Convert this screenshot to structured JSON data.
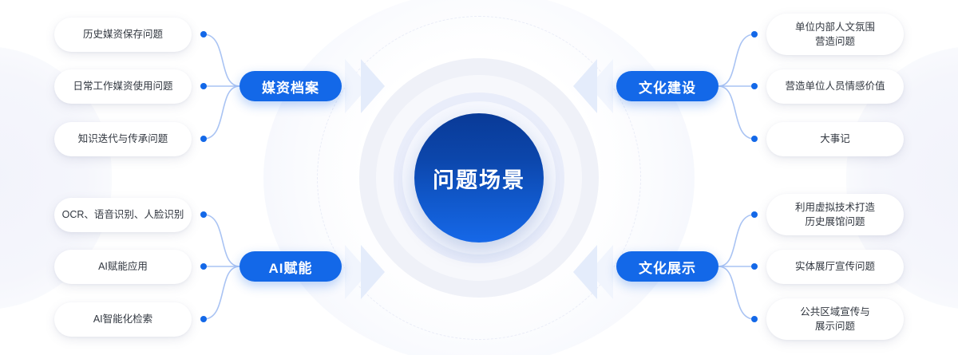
{
  "center": {
    "label": "问题场景",
    "accent_color": "#1368e8",
    "gradient_from": "#093a97",
    "gradient_to": "#1668e8"
  },
  "branches": [
    {
      "id": "media-archive",
      "side": "left",
      "category": "媒资档案",
      "leaves": [
        {
          "label": "历史媒资保存问题"
        },
        {
          "label": "日常工作媒资使用问题"
        },
        {
          "label": "知识迭代与传承问题"
        }
      ]
    },
    {
      "id": "ai-empowerment",
      "side": "left",
      "category": "AI赋能",
      "leaves": [
        {
          "label": "OCR、语音识别、人脸识别"
        },
        {
          "label": "AI赋能应用"
        },
        {
          "label": "AI智能化检索"
        }
      ]
    },
    {
      "id": "culture-construction",
      "side": "right",
      "category": "文化建设",
      "leaves": [
        {
          "label": "单位内部人文氛围\n营造问题"
        },
        {
          "label": "营造单位人员情感价值"
        },
        {
          "label": "大事记"
        }
      ]
    },
    {
      "id": "culture-exhibition",
      "side": "right",
      "category": "文化展示",
      "leaves": [
        {
          "label": "利用虚拟技术打造\n历史展馆问题"
        },
        {
          "label": "实体展厅宣传问题"
        },
        {
          "label": "公共区域宣传与\n展示问题"
        }
      ]
    }
  ],
  "colors": {
    "pill_blue": "#1368e8",
    "connector_line": "#a9c3f3",
    "connector_dot": "#1368e8",
    "leaf_text": "#30363f",
    "background": "#ffffff"
  }
}
